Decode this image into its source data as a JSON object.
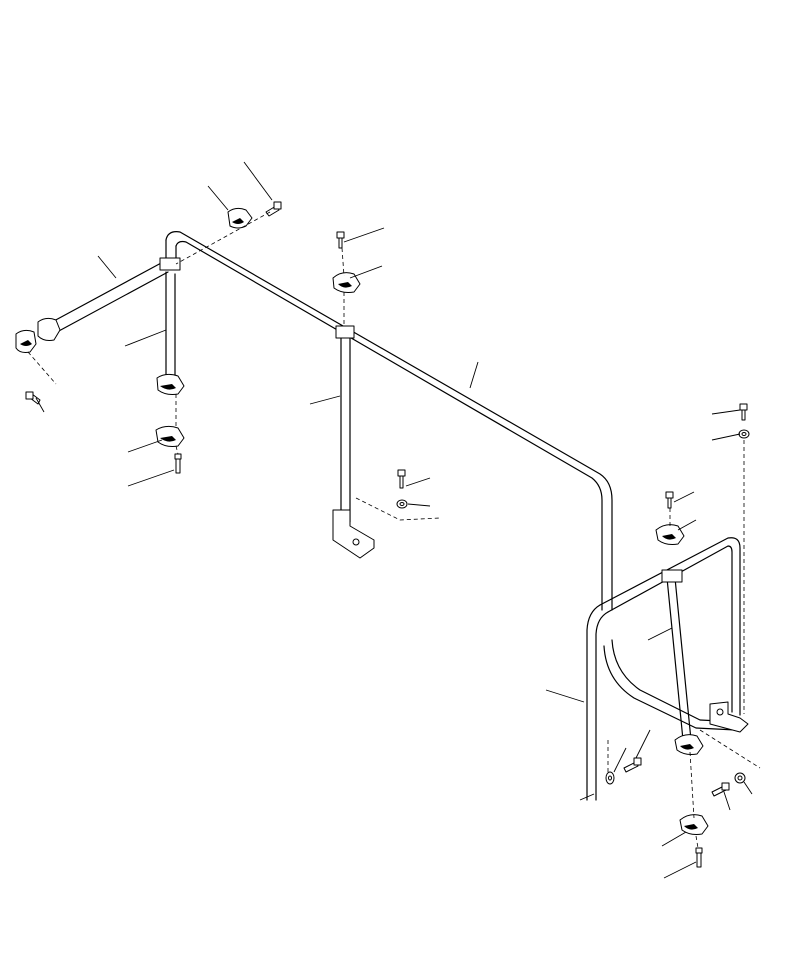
{
  "diagram": {
    "type": "exploded-parts-diagram",
    "description_visible_text": [],
    "colors": {
      "line": "#000000",
      "background": "#ffffff"
    },
    "components": [
      "frame-tube",
      "support-leg",
      "clamp",
      "bolt",
      "washer",
      "mounting-bracket"
    ]
  }
}
